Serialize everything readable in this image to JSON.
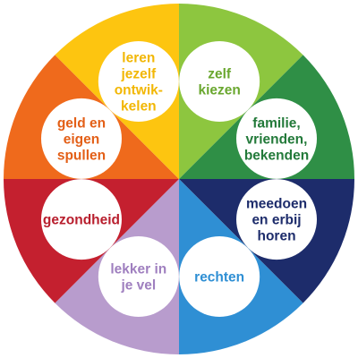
{
  "segments": [
    {
      "key": "zelf-kiezen",
      "lines": [
        "zelf",
        "kiezen"
      ],
      "fill": "#8dc63f",
      "text_color": "#6aa72f"
    },
    {
      "key": "familie-vrienden-bekenden",
      "lines": [
        "familie,",
        "vrienden,",
        "bekenden"
      ],
      "fill": "#2f8f46",
      "text_color": "#237a3a"
    },
    {
      "key": "meedoen-en-erbij-horen",
      "lines": [
        "meedoen",
        "en erbij",
        "horen"
      ],
      "fill": "#1d2c6b",
      "text_color": "#1d2c6b"
    },
    {
      "key": "rechten",
      "lines": [
        "rechten"
      ],
      "fill": "#2f8fd4",
      "text_color": "#2f8fd4"
    },
    {
      "key": "lekker-in-je-vel",
      "lines": [
        "lekker in",
        "je vel"
      ],
      "fill": "#b89ccd",
      "text_color": "#9f7fbf"
    },
    {
      "key": "gezondheid",
      "lines": [
        "gezondheid"
      ],
      "fill": "#c4202f",
      "text_color": "#b81e2d"
    },
    {
      "key": "geld-en-eigen-spullen",
      "lines": [
        "geld en",
        "eigen",
        "spullen"
      ],
      "fill": "#ef6a1c",
      "text_color": "#e35f17"
    },
    {
      "key": "leren-jezelf-ontwikkelen",
      "lines": [
        "leren",
        "jezelf",
        "ontwik-",
        "kelen"
      ],
      "fill": "#fdc510",
      "text_color": "#f2b705"
    }
  ]
}
